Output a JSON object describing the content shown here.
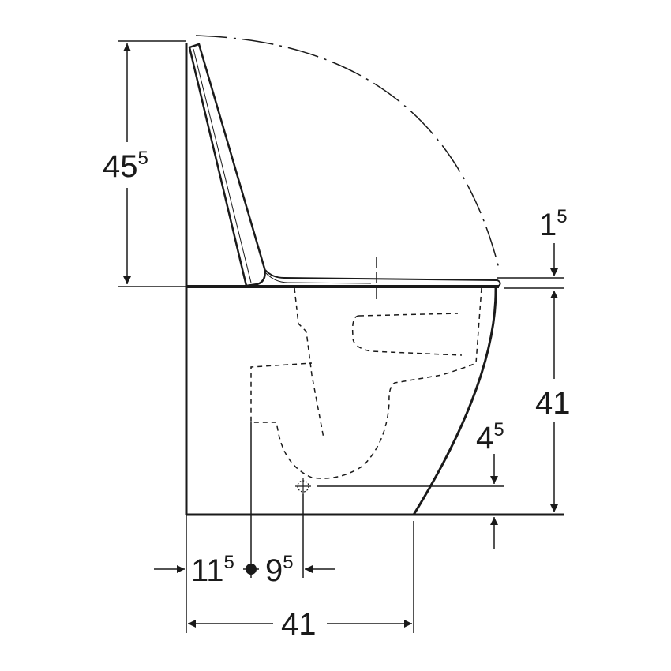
{
  "diagram": {
    "type": "technical-dimension-drawing",
    "subject": "wall-hung toilet with seat, side view",
    "line_color": "#1a1a1a",
    "background": "#ffffff",
    "dimensions": {
      "seat_open_height": {
        "main": "45",
        "sup": "5"
      },
      "seat_thickness": {
        "main": "1",
        "sup": "5"
      },
      "bowl_height": {
        "main": "41"
      },
      "outlet_height": {
        "main": "4",
        "sup": "5"
      },
      "wall_to_outlet_center": {
        "main": "11",
        "sup": "5"
      },
      "outlet_center_offset": {
        "main": "9",
        "sup": "5"
      },
      "projection": {
        "main": "41"
      }
    }
  }
}
